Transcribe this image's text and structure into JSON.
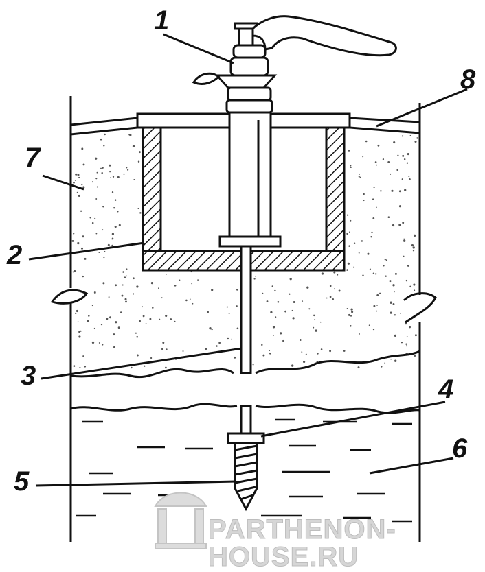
{
  "labels": {
    "l1": "1",
    "l2": "2",
    "l3": "3",
    "l4": "4",
    "l5": "5",
    "l6": "6",
    "l7": "7",
    "l8": "8"
  },
  "watermark": {
    "text": "PARTHENON-HOUSE.RU"
  },
  "colors": {
    "ink": "#111111",
    "soil_speckle": "#555555",
    "watermark": "#d6d6d6"
  }
}
